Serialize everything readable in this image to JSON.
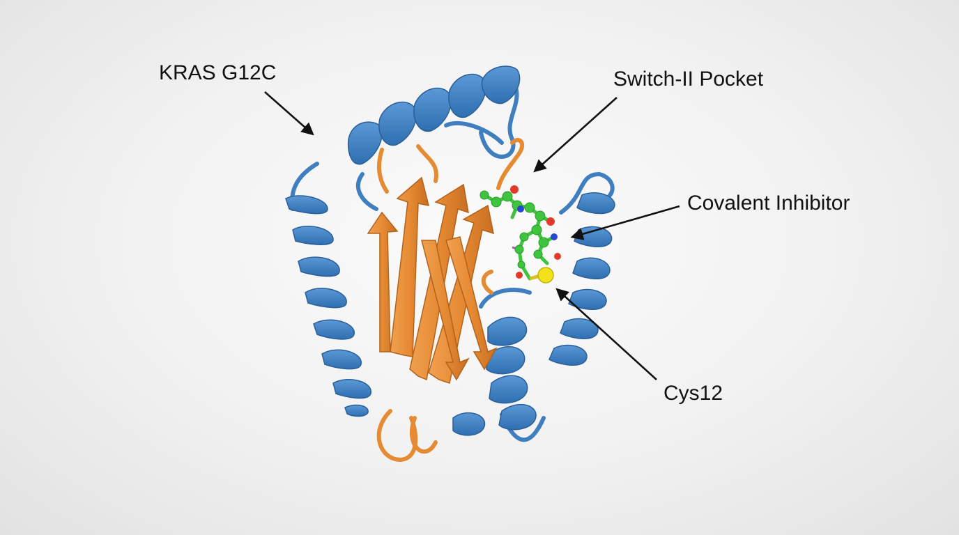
{
  "labels": {
    "protein": "KRAS G12C",
    "pocket": "Switch-II Pocket",
    "inhibitor": "Covalent Inhibitor",
    "residue": "Cys12"
  },
  "colors": {
    "helix": "#3f7fc0",
    "helix_edge": "#2a5f99",
    "strand": "#e68a33",
    "strand_edge": "#b3621a",
    "carbon": "#3fc43f",
    "oxygen": "#e03a2a",
    "nitrogen": "#2a45d0",
    "sulfur": "#f2e21a",
    "arrow": "#111111"
  }
}
